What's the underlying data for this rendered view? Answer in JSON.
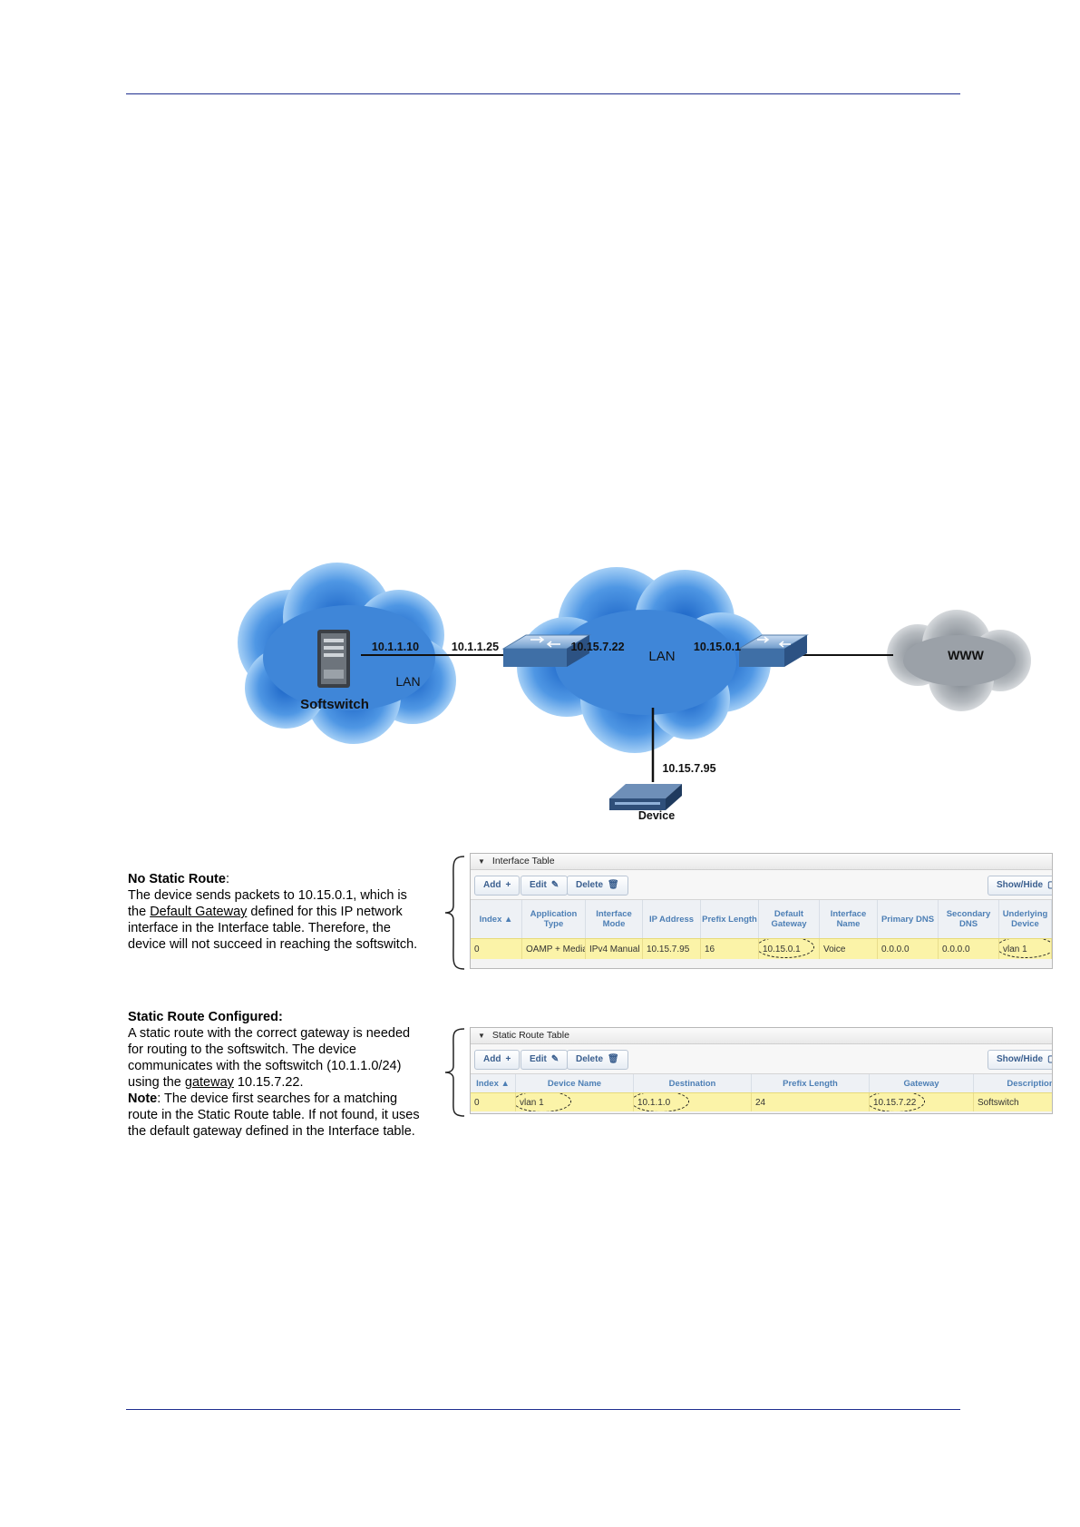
{
  "diagram": {
    "softswitch_label": "Softswitch",
    "left_lan_label": "LAN",
    "softswitch_ip": "10.1.1.10",
    "router_left_ip": "10.1.1.25",
    "router_right_ip": "10.15.7.22",
    "center_lan_label": "LAN",
    "gateway_ip": "10.15.0.1",
    "www_label": "WWW",
    "device_ip": "10.15.7.95",
    "device_label": "Device"
  },
  "no_static": {
    "heading": "No Static Route",
    "colon": ":",
    "line1": "The device sends packets to 10.15.0.1, which is",
    "line2_pre": "the ",
    "line2_link": "Default Gateway",
    "line2_post": " defined for this IP network",
    "line3": "interface in the Interface table. Therefore, the",
    "line4": "device will not succeed in reaching the softswitch."
  },
  "static_cfg": {
    "heading": "Static Route Configured:",
    "line1": "A static route with the correct gateway is needed",
    "line2": "for routing to the softswitch. The device",
    "line3": "communicates with the softswitch (10.1.1.0/24)",
    "line4_pre": "using the ",
    "line4_link": "gateway",
    "line4_post": " 10.15.7.22.",
    "note_label": "Note",
    "note_line1": ": The device first searches for a matching",
    "note_line2": "route in the Static Route table. If not found, it uses",
    "note_line3": "the default gateway defined in the Interface table."
  },
  "interface_table": {
    "title": "Interface Table",
    "buttons": {
      "add": "Add",
      "add_icon": "+",
      "edit": "Edit",
      "edit_icon": "✎",
      "delete": "Delete",
      "delete_icon": "🗑",
      "showhide": "Show/Hide",
      "showhide_icon": "▢"
    },
    "headers": [
      "Index ▲",
      "Application Type",
      "Interface Mode",
      "IP Address",
      "Prefix Length",
      "Default Gateway",
      "Interface Name",
      "Primary DNS",
      "Secondary DNS",
      "Underlying Device"
    ],
    "row": [
      "0",
      "OAMP + Media + Control",
      "IPv4 Manual",
      "10.15.7.95",
      "16",
      "10.15.0.1",
      "Voice",
      "0.0.0.0",
      "0.0.0.0",
      "vlan 1"
    ]
  },
  "static_table": {
    "title": "Static Route Table",
    "buttons": {
      "add": "Add",
      "add_icon": "+",
      "edit": "Edit",
      "edit_icon": "✎",
      "delete": "Delete",
      "delete_icon": "🗑",
      "showhide": "Show/Hide",
      "showhide_icon": "▢"
    },
    "headers": [
      "Index ▲",
      "Device Name",
      "Destination",
      "Prefix Length",
      "Gateway",
      "Description"
    ],
    "row": [
      "0",
      "vlan 1",
      "10.1.1.0",
      "24",
      "10.15.7.22",
      "Softswitch"
    ]
  }
}
